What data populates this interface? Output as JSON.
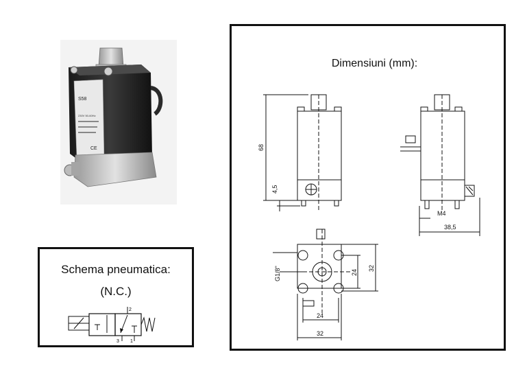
{
  "schema": {
    "title": "Schema pneumatica:",
    "valve_type": "(N.C.)",
    "port_labels": [
      "2",
      "3",
      "1"
    ]
  },
  "dimensions": {
    "title": "Dimensiuni (mm):",
    "front_view": {
      "height": "68",
      "base_height": "4,5"
    },
    "side_view": {
      "thread": "M4",
      "depth": "38,5"
    },
    "bottom_view": {
      "port_thread": "G1/8\"",
      "hole_spacing_v": "24",
      "width_v": "32",
      "hole_spacing_h": "24",
      "width_h": "32"
    }
  },
  "photo": {
    "label_model": "S58",
    "label_voltage": "230V 50-60Hz",
    "label_ce": "CE"
  }
}
